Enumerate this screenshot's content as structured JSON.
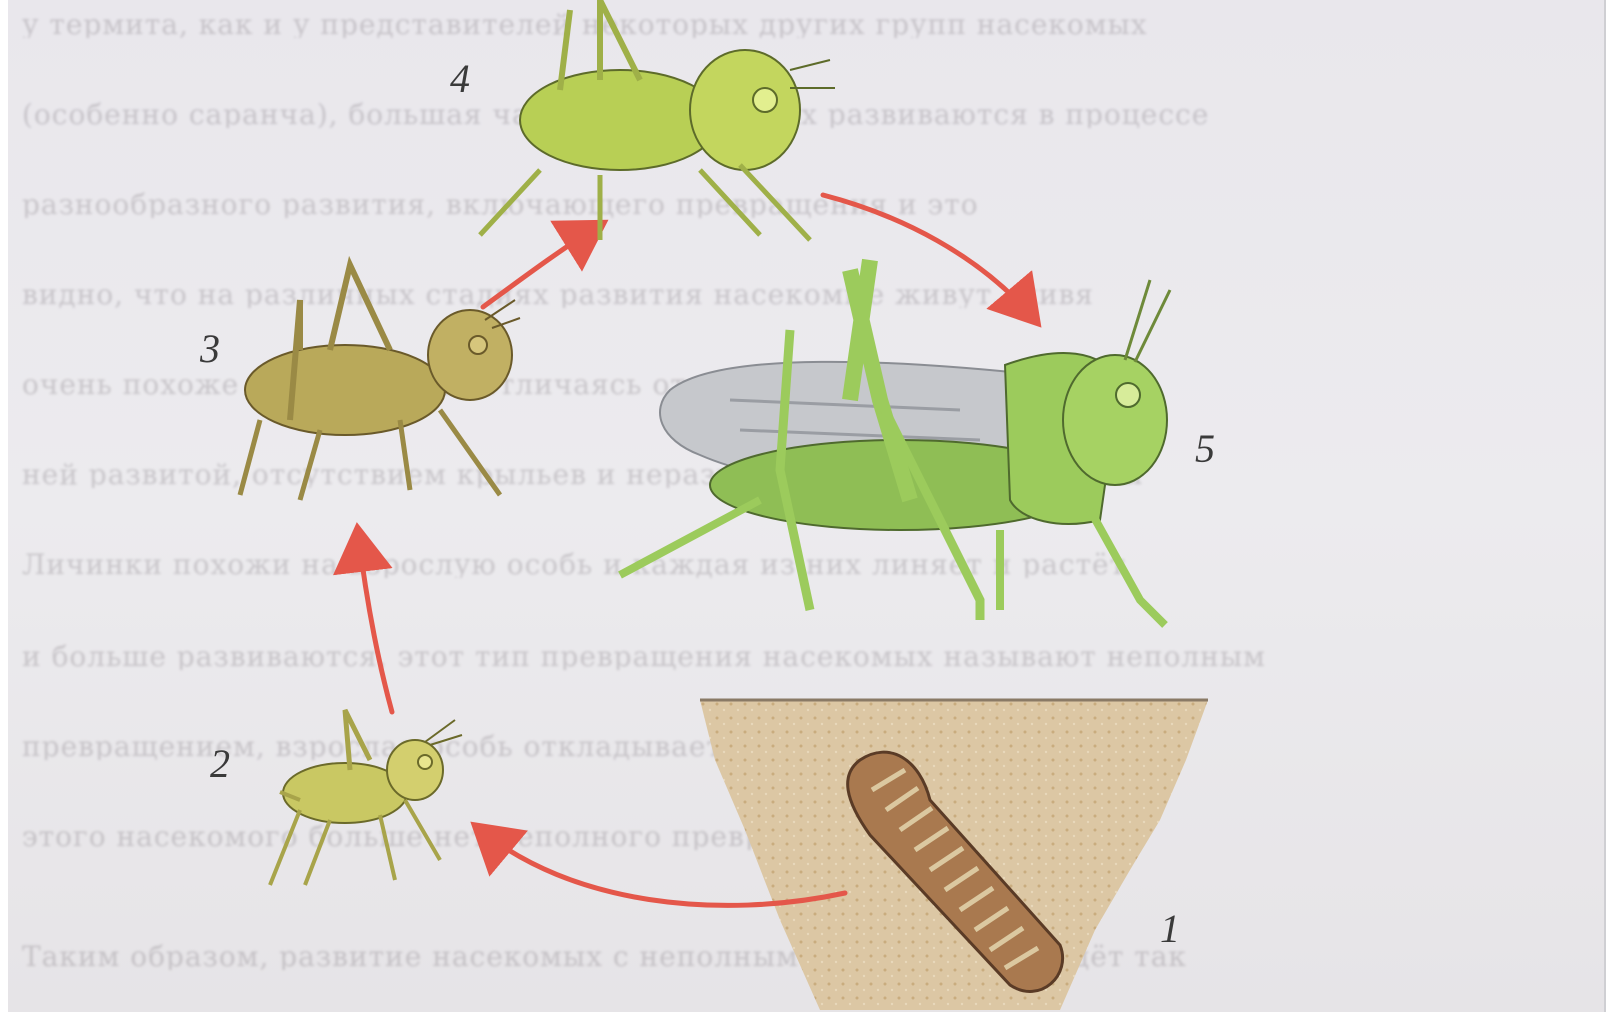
{
  "background_text": [
    "у термита, как и у представителей некоторых других групп насекомых",
    "(особенно саранча), большая часть видов которых развиваются в процессе",
    "разнообразного развития, включающего превращения и это",
    "видно, что на различных стадиях развития насекомые живут, живя",
    "очень похоже на родителей, отличаясь от них только размерами",
    "ней развитой, отсутствием крыльев и неразвитостью половой системы",
    "Личинки похожи на взрослую особь и каждая из них линяет и растёт",
    "и больше развиваются, этот тип превращения насекомых называют неполным",
    "превращением, взрослая особь откладывает яйца в землю, из которых",
    "этого насекомого больше нет неполного превращения",
    "Таким образом, развитие насекомых с неполным превращением идёт так"
  ],
  "stages": [
    {
      "number": "1",
      "name": "egg-pod"
    },
    {
      "number": "2",
      "name": "first-instar-nymph"
    },
    {
      "number": "3",
      "name": "second-instar-nymph"
    },
    {
      "number": "4",
      "name": "third-instar-nymph"
    },
    {
      "number": "5",
      "name": "adult-grasshopper"
    }
  ],
  "colors": {
    "arrow": "#e4574a",
    "nymph_small": "#c9c863",
    "nymph_mid": "#b9a95a",
    "nymph_large": "#b8cf55",
    "adult_body": "#8fbe55",
    "adult_wing": "#c6c8cc",
    "soil": "#dcc7a4",
    "egg_pod": "#a9794f"
  }
}
